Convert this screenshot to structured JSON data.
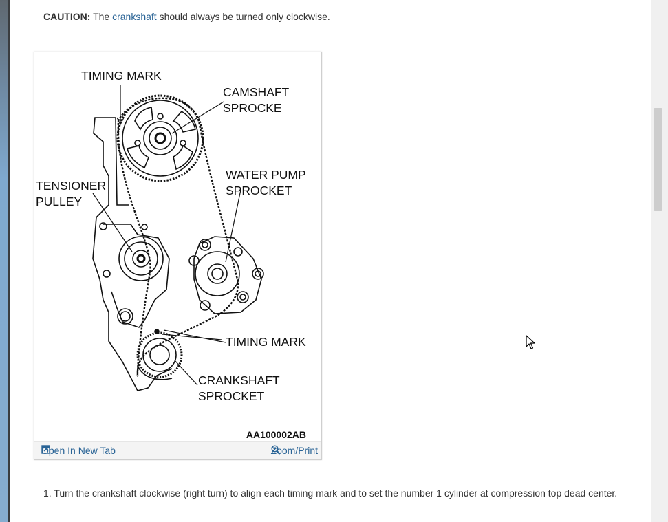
{
  "caution": {
    "label": "CAUTION:",
    "before": "The",
    "link": "crankshaft",
    "after": "should always be turned only clockwise."
  },
  "figure": {
    "labels": {
      "timing_mark_top": "TIMING MARK",
      "camshaft_1": "CAMSHAFT",
      "camshaft_2": "SPROCKE",
      "tensioner_1": "TENSIONER",
      "tensioner_2": "PULLEY",
      "water_pump_1": "WATER PUMP",
      "water_pump_2": "SPROCKET",
      "timing_mark_bottom": "TIMING MARK",
      "crankshaft_1": "CRANKSHAFT",
      "crankshaft_2": "SPROCKET"
    },
    "code": "AA100002AB",
    "open_tab": "Open In New Tab",
    "zoom_print": "Zoom/Print"
  },
  "step": "1. Turn the crankshaft clockwise (right turn) to align each timing mark and to set the number 1 cylinder at compression top dead center."
}
